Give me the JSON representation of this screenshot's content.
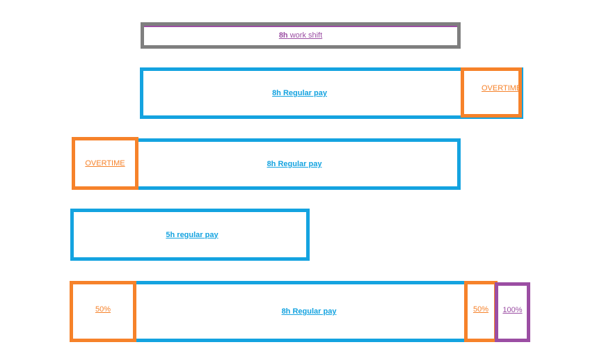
{
  "colors": {
    "regular": "#14a3e0",
    "overtime": "#f6822a",
    "double": "#9b4ea3",
    "shift_border": "#7f7f7f"
  },
  "shift": {
    "label_hours": "8h",
    "label_text": "work shift"
  },
  "row1": {
    "regular_hours": "8h",
    "regular_text": "Regular pay",
    "overtime_label": "OVERTIME"
  },
  "row2": {
    "overtime_label": "OVERTIME",
    "regular_hours": "8h",
    "regular_text": "Regular pay"
  },
  "row3": {
    "regular_label": "5h regular pay"
  },
  "row4": {
    "left_pct": "50%",
    "regular_hours": "8h",
    "regular_text": "Regular pay",
    "right_pct": "50%",
    "double_pct": "100%"
  }
}
